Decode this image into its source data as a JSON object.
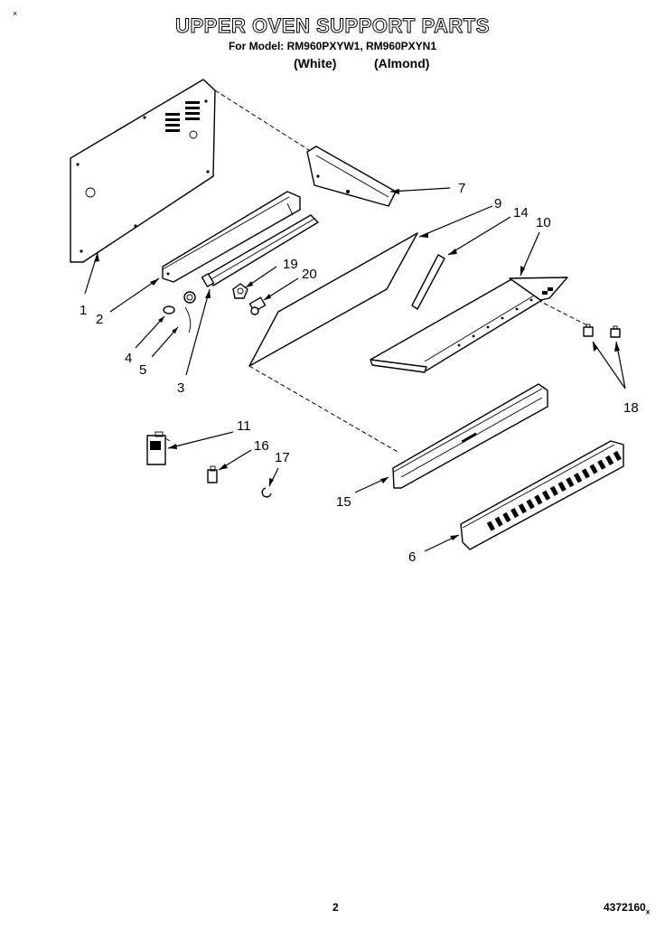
{
  "header": {
    "corner_mark": "×",
    "title": "UPPER OVEN SUPPORT PARTS",
    "models": "For Model: RM960PXYW1, RM960PXYN1",
    "variant_white": "(White)",
    "variant_almond": "(Almond)"
  },
  "callouts": {
    "c1": "1",
    "c2": "2",
    "c3": "3",
    "c4": "4",
    "c5": "5",
    "c6": "6",
    "c7": "7",
    "c9": "9",
    "c10": "10",
    "c11": "11",
    "c14": "14",
    "c15": "15",
    "c16": "16",
    "c17": "17",
    "c18": "18",
    "c19": "19",
    "c20": "20"
  },
  "footer": {
    "page_number": "2",
    "document_number": "4372160",
    "document_suffix": "x"
  }
}
